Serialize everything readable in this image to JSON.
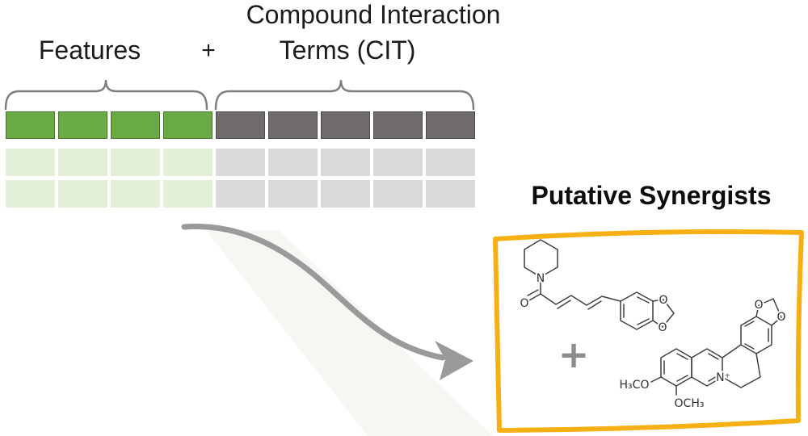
{
  "header": {
    "line1": "Compound Interaction",
    "features": "Features",
    "plus": "+",
    "line2": "Terms (CIT)"
  },
  "matrix": {
    "columns": {
      "features": 4,
      "cit": 5
    },
    "data_rows": 2,
    "colors": {
      "feature_header": "#6aaa45",
      "feature_body": "#e3efd9",
      "cit_header": "#6f6b6a",
      "cit_body": "#d9d9d9"
    }
  },
  "colors": {
    "brace": "#7f7f7f",
    "arrow": "#9a9a9a",
    "box": "#f7b013",
    "molecule": "#3f3f3f",
    "plus": "#8c8c8c"
  },
  "result": {
    "title": "Putative Synergists",
    "plus": "+",
    "molecules": {
      "piperine": {
        "n": "N",
        "carbonyl_o": "O",
        "dioxole_o_top": "O",
        "dioxole_o_bottom": "O"
      },
      "berberine": {
        "methoxy_left": "H₃CO",
        "methoxy_bottom": "OCH₃",
        "n": "N⁺",
        "dioxole_o_left": "O",
        "dioxole_o_right": "O"
      }
    }
  }
}
